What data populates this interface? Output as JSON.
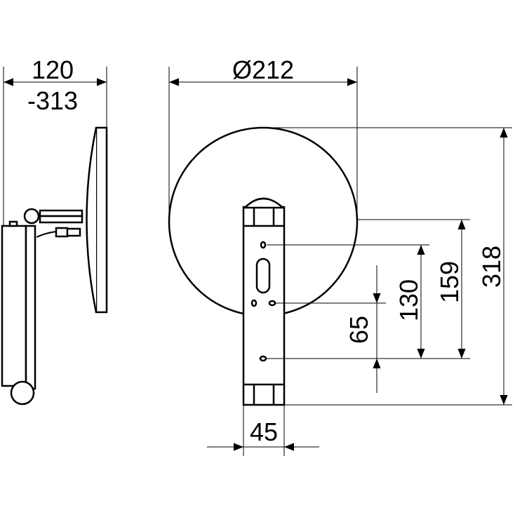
{
  "title": "Mirror technical drawing",
  "side_view": {
    "depth_label": "120",
    "depth_range_label": "-313"
  },
  "front_view": {
    "diameter_label": "Ø212",
    "total_height_label": "318",
    "upper_hole_label": "159",
    "middle_hole_label": "130",
    "lower_hole_label": "65",
    "column_width_label": "45"
  },
  "colors": {
    "line": "#000000",
    "background": "#ffffff"
  }
}
